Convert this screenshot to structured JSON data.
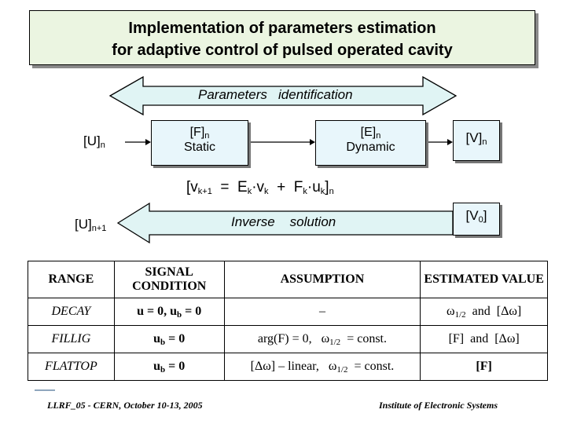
{
  "title": {
    "line1": "Implementation of parameters estimation",
    "line2": "for adaptive control of pulsed operated cavity"
  },
  "diagram": {
    "identification_label": "Parameters   identification",
    "u_n": "[U]",
    "u_n_sub": "n",
    "f_box_top": "[F]",
    "f_box_sub": "n",
    "f_box_bottom": "Static",
    "e_box_top": "[E]",
    "e_box_sub": "n",
    "e_box_bottom": "Dynamic",
    "v_n": "[V]",
    "v_n_sub": "n",
    "formula": {
      "p1": "[v",
      "s1": "k+1",
      "p2": "  =  E",
      "s2": "k",
      "p3": "·v",
      "s3": "k",
      "p4": "  +  F",
      "s4": "k",
      "p5": "·u",
      "s5": "k",
      "p6": "]",
      "s6": "n"
    },
    "inverse_label": "Inverse    solution",
    "u_n1": "[U]",
    "u_n1_sub": "n+1",
    "v0": "[V",
    "v0_sub": "0",
    "v0_close": "]"
  },
  "table": {
    "headers": [
      "RANGE",
      "SIGNAL CONDITION",
      "ASSUMPTION",
      "ESTIMATED VALUE"
    ],
    "rows": [
      {
        "range": "DECAY",
        "signal": {
          "a": "u = 0, u",
          "sub": "b",
          "b": " = 0"
        },
        "assumption": {
          "a": "–",
          "sub": "",
          "b": ""
        },
        "estimated": {
          "a": "ω",
          "sub": "1/2",
          "b": "  and  [Δω]"
        }
      },
      {
        "range": "FILLIG",
        "signal": {
          "a": "u",
          "sub": "b",
          "b": " = 0"
        },
        "assumption": {
          "a": "arg(F) = 0,   ω",
          "sub": "1/2",
          "b": "  = const."
        },
        "estimated": {
          "a": "[F]  and  [Δω]",
          "sub": "",
          "b": ""
        }
      },
      {
        "range": "FLATTOP",
        "signal": {
          "a": "u",
          "sub": "b",
          "b": " = 0"
        },
        "assumption": {
          "a": "[Δω] – linear,   ω",
          "sub": "1/2",
          "b": "  = const."
        },
        "estimated": {
          "a": "[F]",
          "sub": "",
          "b": ""
        }
      }
    ]
  },
  "footer": {
    "left": "LLRF_05 - CERN, October 10-13, 2005",
    "right": "Institute of Electronic Systems"
  },
  "colors": {
    "title_bg": "#ebf5e1",
    "arrow_fill": "#e0f4f4",
    "box_bg": "#e8f6fb",
    "footer_bar": "#8fa6bd"
  }
}
